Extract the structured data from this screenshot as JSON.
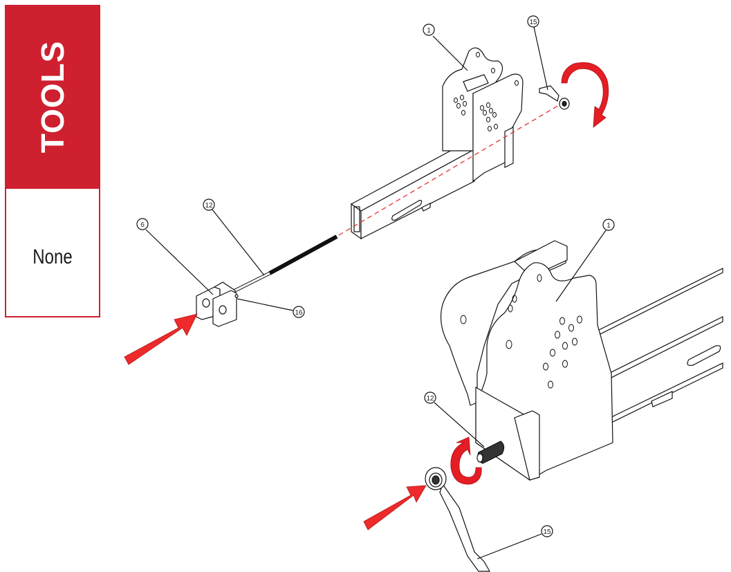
{
  "tools_panel": {
    "title": "TOOLS",
    "value": "None",
    "accent_color": "#cf2030"
  },
  "diagram": {
    "top_view": {
      "callouts": [
        {
          "id": "callout-1-top",
          "label": "1"
        },
        {
          "id": "callout-15-top",
          "label": "15"
        },
        {
          "id": "callout-12-top",
          "label": "12"
        },
        {
          "id": "callout-6",
          "label": "6"
        },
        {
          "id": "callout-16",
          "label": "16"
        }
      ]
    },
    "bottom_view": {
      "callouts": [
        {
          "id": "callout-1-bottom",
          "label": "1"
        },
        {
          "id": "callout-12-bottom",
          "label": "12"
        },
        {
          "id": "callout-15-bottom",
          "label": "15"
        }
      ]
    },
    "arrow_color": "#ee2a2a",
    "rotation_arrow_color": "#e31e24",
    "guide_line_color": "#e63030"
  }
}
